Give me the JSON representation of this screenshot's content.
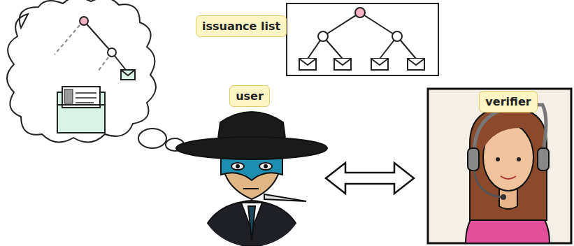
{
  "diagram": {
    "nodes": [
      {
        "text": [
          "issuance list"
        ]
      },
      {
        "text": [
          "user"
        ]
      },
      {
        "text": [
          "verifier"
        ]
      }
    ],
    "edges": [
      {
        "from": 1,
        "to": 2,
        "arrow": "both"
      }
    ]
  }
}
